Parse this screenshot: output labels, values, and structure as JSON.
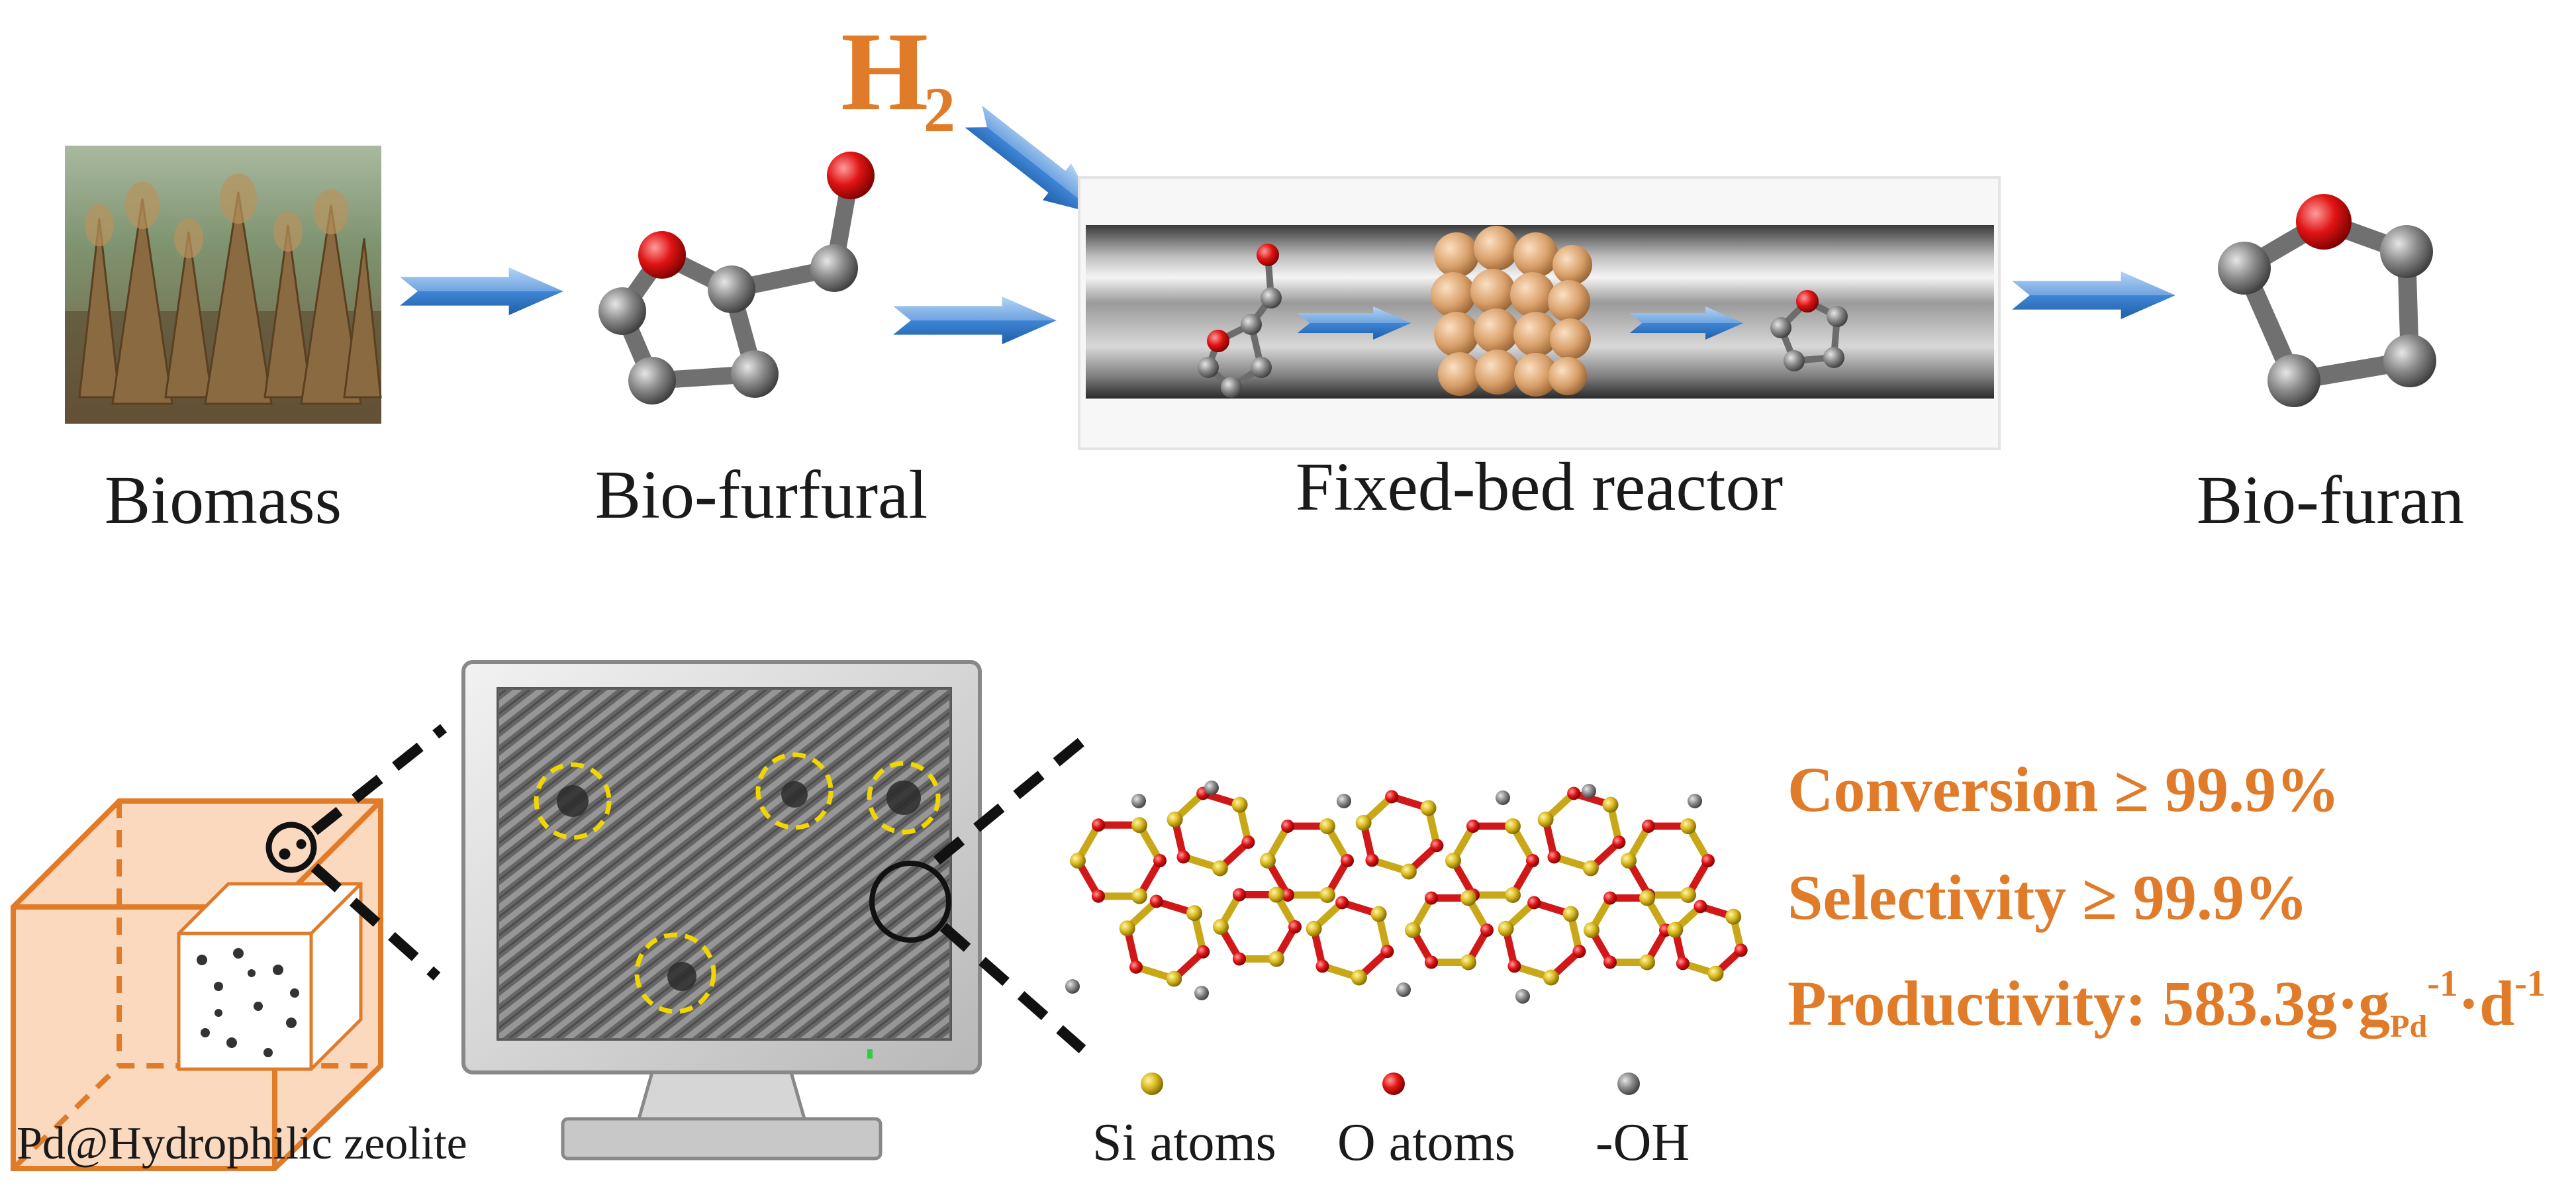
{
  "colors": {
    "accent_orange": "#E07B2A",
    "arrow_blue": "#3F86D6",
    "oxygen_red": "#E01414",
    "carbon_gray": "#8A8A8A",
    "silicon_yellow": "#D9B81E",
    "catalyst_bronze": "#D9A06A",
    "defect_circle_yellow": "#F2D600"
  },
  "gas": {
    "base": "H",
    "sub": "2"
  },
  "stages": {
    "biomass": "Biomass",
    "furfural": "Bio-furfural",
    "reactor": "Fixed-bed reactor",
    "furan": "Bio-furan"
  },
  "bottom": {
    "catalyst_label": "Pd@Hydrophilic zeolite",
    "legend": {
      "si": "Si atoms",
      "o": "O atoms",
      "oh": "-OH"
    }
  },
  "metrics": {
    "conversion": "Conversion ≥ 99.9%",
    "selectivity": "Selectivity ≥ 99.9%",
    "productivity_prefix": "Productivity: 583.3g·g",
    "productivity_sub": "Pd",
    "productivity_sup1": "-1",
    "productivity_mid": "·d",
    "productivity_sup2": "-1"
  },
  "icons": [
    "biomass-photo",
    "furfural-molecule",
    "reactor-tube",
    "furan-molecule",
    "zeolite-cube",
    "tem-monitor",
    "zeolite-framework"
  ]
}
